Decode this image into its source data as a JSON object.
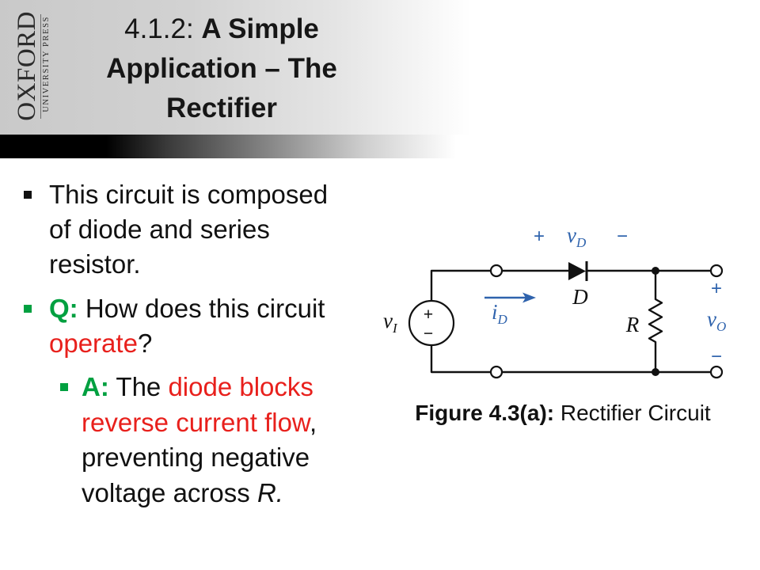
{
  "theme": {
    "text_color": "#111111",
    "accent_green": "#00a040",
    "accent_red": "#e8201c",
    "diagram_blue": "#2f63ad"
  },
  "logo": {
    "wordmark": "OXFORD",
    "tagline": "UNIVERSITY PRESS"
  },
  "title": {
    "number": "4.1.2:",
    "line_1": "A Simple",
    "line_2": "Application – The",
    "line_3": "Rectifier"
  },
  "bullets": {
    "circuit_description": {
      "line_1": "This circuit is composed",
      "line_2": "of diode and series",
      "line_3": "resistor."
    },
    "question": {
      "label": "Q:",
      "line_1": "How does this circuit",
      "line_2_highlight": "operate",
      "line_2_end": "?"
    },
    "answer": {
      "label": "A:",
      "line_1": "The",
      "line_1_highlight": "diode blocks",
      "line_2_highlight": "reverse current flow",
      "line_2_end": ",",
      "line_3": "preventing negative",
      "line_4": "voltage across",
      "line_4_symbol": "R."
    }
  },
  "figure": {
    "caption_label": "Figure 4.3(a):",
    "caption_text": "Rectifier Circuit",
    "circuit": {
      "plus_sign": "+",
      "minus_sign": "−",
      "source_label": {
        "symbol": "v",
        "subscript": "I"
      },
      "diode_voltage_label": {
        "symbol": "v",
        "subscript": "D"
      },
      "diode_current_label": {
        "symbol": "i",
        "subscript": "D"
      },
      "output_voltage_label": {
        "symbol": "v",
        "subscript": "O"
      },
      "diode_label": "D",
      "resistor_label": "R"
    }
  }
}
